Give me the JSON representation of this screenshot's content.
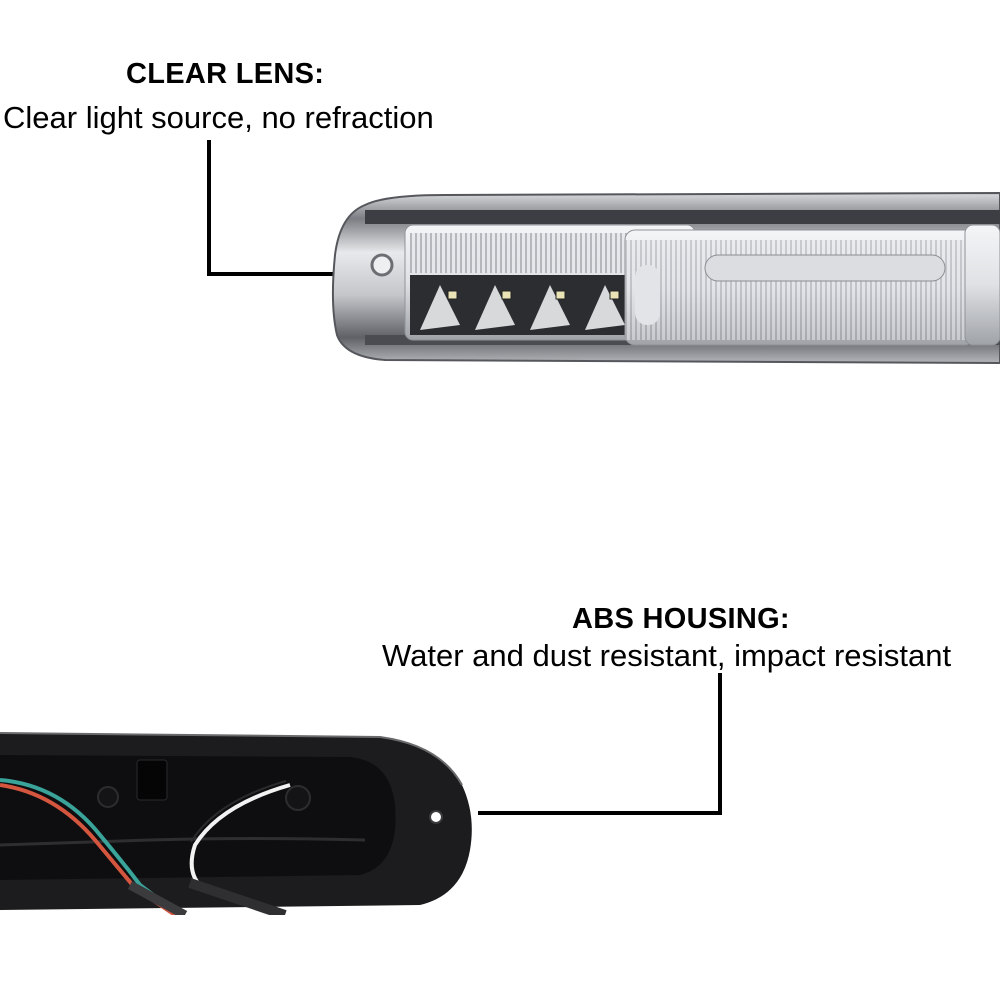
{
  "callouts": [
    {
      "title": "CLEAR LENS:",
      "description": "Clear light source, no refraction"
    },
    {
      "title": "ABS HOUSING:",
      "description": "Water and dust resistant, impact resistant"
    }
  ],
  "images": {
    "top": "third-brake-light-front-clear-lens",
    "bottom": "third-brake-light-rear-black-housing-with-wires"
  },
  "colors": {
    "background": "#ffffff",
    "text": "#000000",
    "housing": "#1c1c1e",
    "wire_teal": "#3aa39a",
    "wire_red": "#d5563f"
  }
}
